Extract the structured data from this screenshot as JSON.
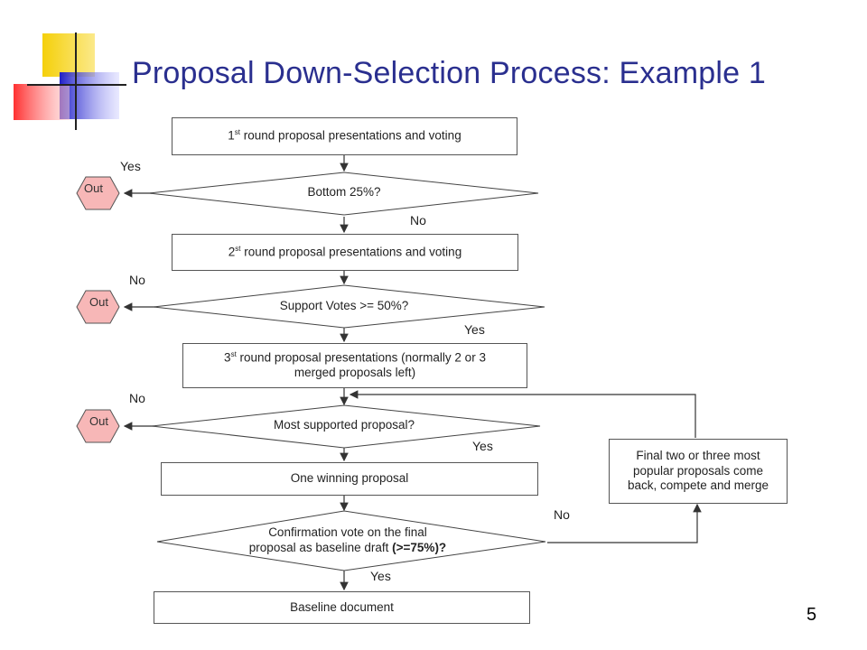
{
  "slide": {
    "title": "Proposal Down-Selection Process: Example 1",
    "page_number": "5"
  },
  "flow": {
    "round1": {
      "ordinal": "1",
      "suffix": "st",
      "text": " round proposal presentations and voting"
    },
    "decision1": "Bottom 25%?",
    "round2": {
      "ordinal": "2",
      "suffix": "st",
      "text": " round proposal presentations and voting"
    },
    "decision2": "Support Votes >= 50%?",
    "round3": {
      "ordinal": "3",
      "suffix": "st",
      "text": " round proposal presentations (normally 2 or 3",
      "line2": "merged proposals left)"
    },
    "decision3": "Most supported proposal?",
    "winner": "One winning proposal",
    "decision4_line1": "Confirmation vote on the final",
    "decision4_line2a": "proposal as  baseline draft ",
    "decision4_line2b": "(>=75%)?",
    "final_box": "Final two or three most popular proposals come back, compete and merge",
    "baseline": "Baseline document",
    "out1": "Out",
    "out2": "Out",
    "out3": "Out",
    "labels": {
      "d1_out": "Yes",
      "d1_next": "No",
      "d2_out": "No",
      "d2_next": "Yes",
      "d3_out": "No",
      "d3_next": "Yes",
      "d4_loop": "No",
      "d4_next": "Yes"
    }
  },
  "colors": {
    "title": "#2a2f8f",
    "out_fill": "#f7b7b7",
    "deco_yellow": "#f5d00a",
    "deco_blue": "#2c2ccc",
    "deco_red": "#ff4040"
  }
}
